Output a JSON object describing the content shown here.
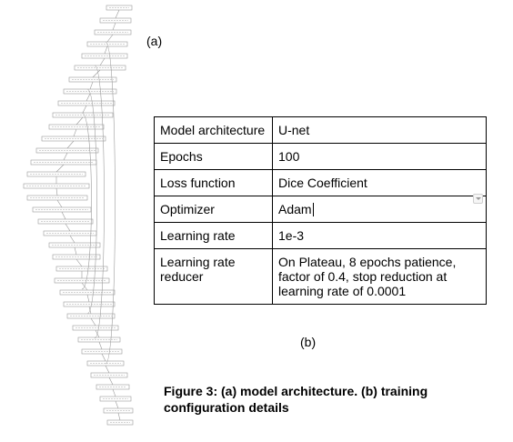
{
  "panel_labels": {
    "a": "(a)",
    "b": "(b)"
  },
  "config_table": {
    "rows": [
      {
        "key": "Model architecture",
        "value": "U-net"
      },
      {
        "key": "Epochs",
        "value": "100"
      },
      {
        "key": "Loss function",
        "value": "Dice Coefficient"
      },
      {
        "key": "Optimizer",
        "value": "Adam"
      },
      {
        "key": "Learning rate",
        "value": "1e-3"
      },
      {
        "key": "Learning rate reducer",
        "value": "On Plateau, 8 epochs patience, factor of 0.4, stop reduction at learning rate of  0.0001"
      }
    ]
  },
  "caption": "Figure 3: (a) model architecture. (b) training configuration details",
  "colors": {
    "text": "#000000",
    "diagram_line": "#9a9a9a"
  }
}
